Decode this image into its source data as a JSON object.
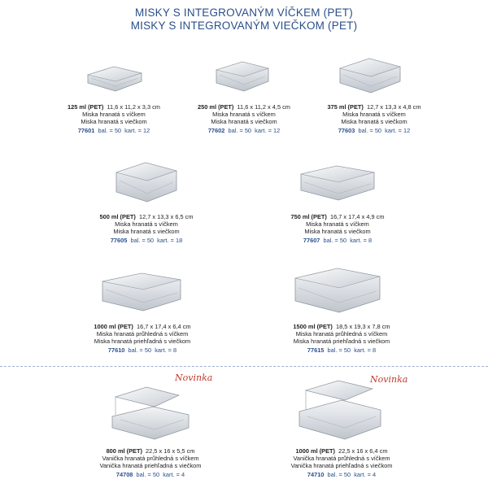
{
  "header": {
    "line1": "MISKY S INTEGROVANÝM VÍČKEM (PET)",
    "line2": "MISKY S INTEGROVANÝM VIEČKOM (PET)"
  },
  "products": [
    {
      "volume": "125 ml (PET)",
      "dims": "11,6 x 11,2 x 3,3 cm",
      "desc_cz": "Miska hranatá s víčkem",
      "desc_sk": "Miska hranatá s viečkom",
      "code": "77601",
      "bal": "bal. = 50",
      "kart": "kart. = 12"
    },
    {
      "volume": "250 ml (PET)",
      "dims": "11,6 x 11,2 x 4,5 cm",
      "desc_cz": "Miska hranatá s víčkem",
      "desc_sk": "Miska hranatá s viečkom",
      "code": "77602",
      "bal": "bal. = 50",
      "kart": "kart. = 12"
    },
    {
      "volume": "375 ml (PET)",
      "dims": "12,7 x 13,3 x 4,8 cm",
      "desc_cz": "Miska hranatá s víčkem",
      "desc_sk": "Miska hranatá s viečkom",
      "code": "77603",
      "bal": "bal. = 50",
      "kart": "kart. = 12"
    },
    {
      "volume": "500 ml (PET)",
      "dims": "12,7 x 13,3 x 6,5 cm",
      "desc_cz": "Miska hranatá s víčkem",
      "desc_sk": "Miska hranatá s viečkom",
      "code": "77605",
      "bal": "bal. = 50",
      "kart": "kart. = 18"
    },
    {
      "volume": "750 ml (PET)",
      "dims": "16,7 x 17,4 x 4,9 cm",
      "desc_cz": "Miska hranatá s víčkem",
      "desc_sk": "Miska hranatá s viečkom",
      "code": "77607",
      "bal": "bal. = 50",
      "kart": "kart. = 8"
    },
    {
      "volume": "1000 ml (PET)",
      "dims": "16,7 x 17,4 x 6,4 cm",
      "desc_cz": "Miska hranatá průhledná s víčkem",
      "desc_sk": "Miska hranatá priehľadná s viečkom",
      "code": "77610",
      "bal": "bal. = 50",
      "kart": "kart. = 8"
    },
    {
      "volume": "1500 ml (PET)",
      "dims": "18,5 x 19,3 x 7,8 cm",
      "desc_cz": "Miska hranatá průhledná s víčkem",
      "desc_sk": "Miska hranatá priehľadná s viečkom",
      "code": "77615",
      "bal": "bal. = 50",
      "kart": "kart. = 8"
    },
    {
      "volume": "800 ml (PET)",
      "dims": "22,5 x 16 x 5,5 cm",
      "desc_cz": "Vanička hranatá průhledná s víčkem",
      "desc_sk": "Vanička hranatá priehľadná s viečkom",
      "code": "74708",
      "bal": "bal. = 50",
      "kart": "kart. = 4"
    },
    {
      "volume": "1000 ml (PET)",
      "dims": "22,5 x 16 x 6,4 cm",
      "desc_cz": "Vanička hranatá průhledná s víčkem",
      "desc_sk": "Vanička hranatá priehľadná s viečkom",
      "code": "74710",
      "bal": "bal. = 50",
      "kart": "kart. = 4"
    }
  ],
  "badges": {
    "new1": "Novinka",
    "new2": "Novinka"
  },
  "colors": {
    "title": "#2a4f8a",
    "code": "#2a4f8a",
    "badge": "#c0392b"
  }
}
